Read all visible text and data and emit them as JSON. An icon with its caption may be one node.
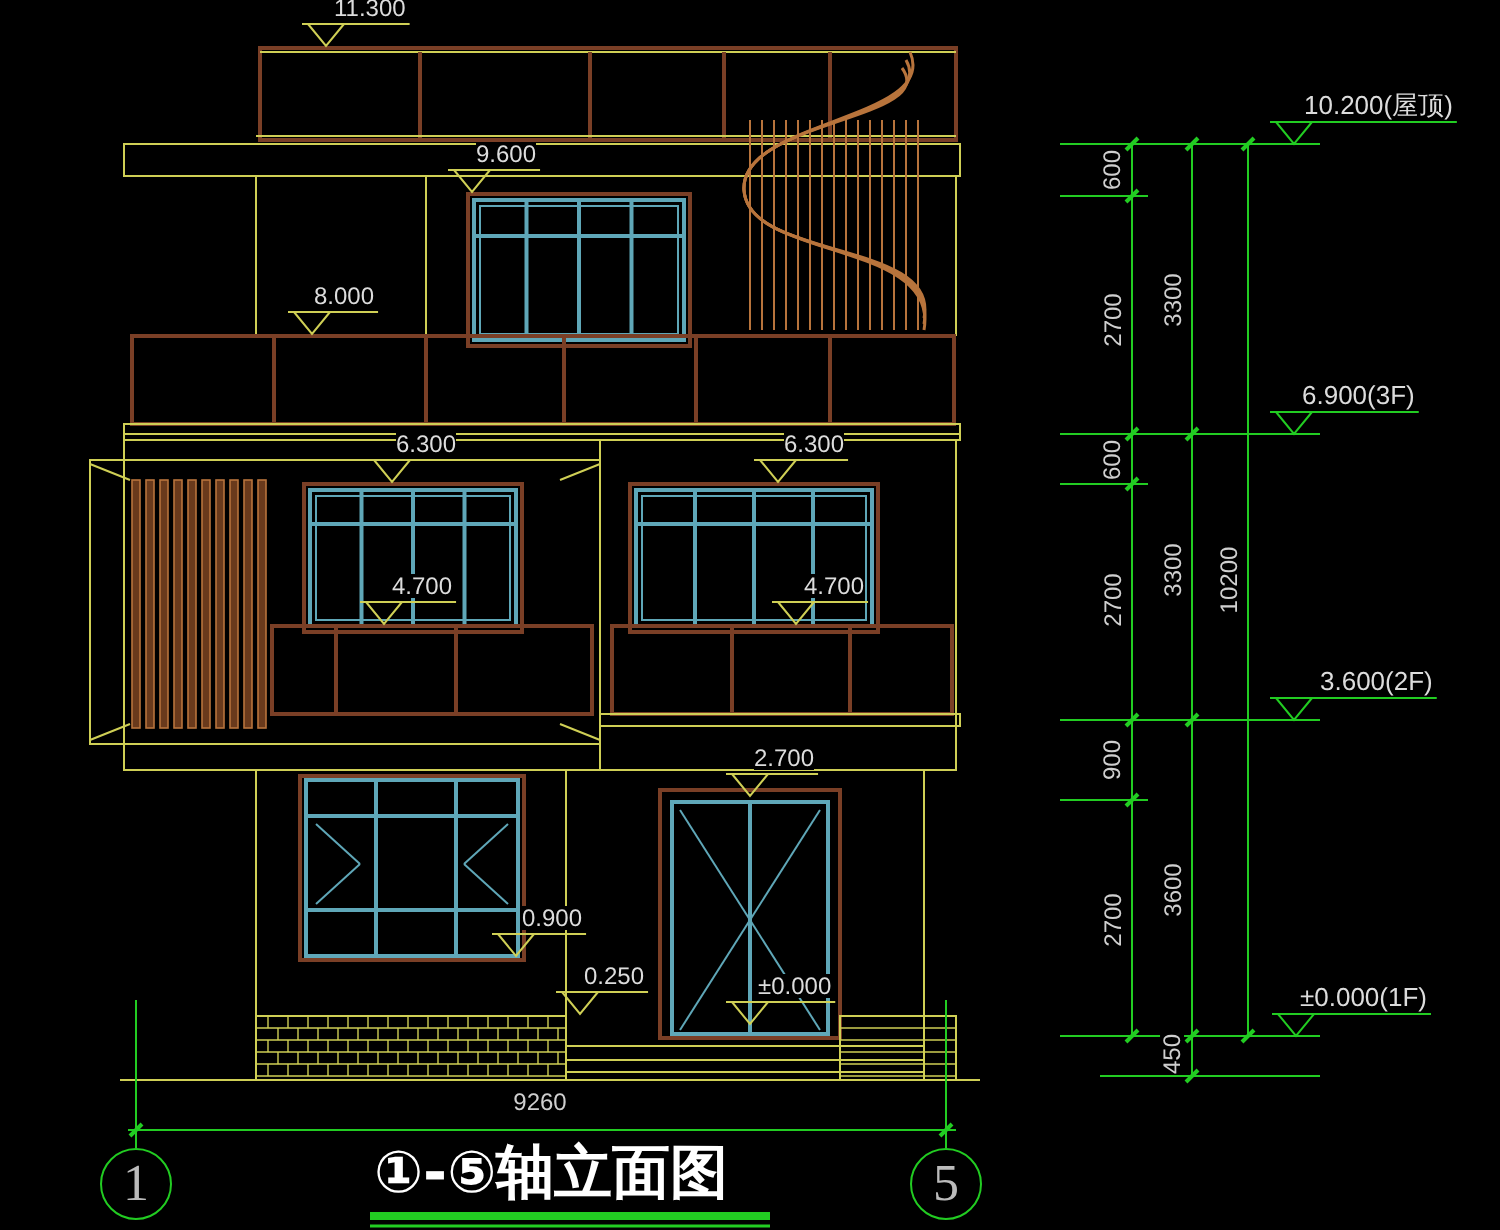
{
  "diagram": {
    "title": "①-⑤轴立面图",
    "nodes": [
      {
        "text": [
          "1"
        ]
      },
      {
        "text": [
          "5"
        ]
      }
    ],
    "edges": [],
    "labels": [
      "11.300",
      "9.600",
      "8.000",
      "6.300",
      "6.300",
      "4.700",
      "4.700",
      "2.700",
      "0.900",
      "0.250",
      "±0.000",
      "9260",
      "10.200(屋顶)",
      "600",
      "3300",
      "2700",
      "6.900(3F)",
      "600",
      "3300",
      "10200",
      "2700",
      "3.600(2F)",
      "900",
      "3600",
      "2700",
      "±0.000(1F)",
      "450"
    ]
  }
}
